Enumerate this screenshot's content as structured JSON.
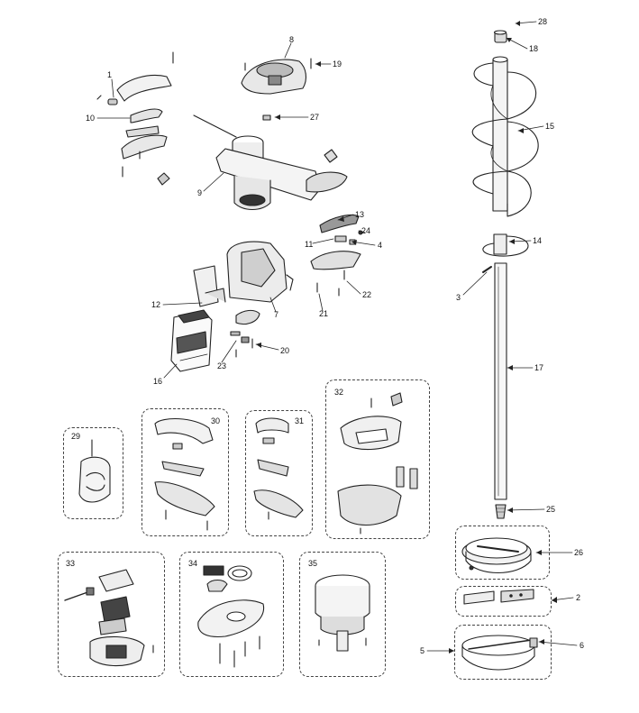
{
  "diagram": {
    "type": "exploded-parts-diagram",
    "part_labels": [
      "1",
      "2",
      "3",
      "4",
      "5",
      "6",
      "7",
      "8",
      "9",
      "10",
      "11",
      "12",
      "13",
      "14",
      "15",
      "16",
      "17",
      "18",
      "19",
      "20",
      "21",
      "22",
      "23",
      "24",
      "25",
      "26",
      "27",
      "28"
    ],
    "group_labels": [
      "29",
      "30",
      "31",
      "32",
      "33",
      "34",
      "35"
    ]
  }
}
